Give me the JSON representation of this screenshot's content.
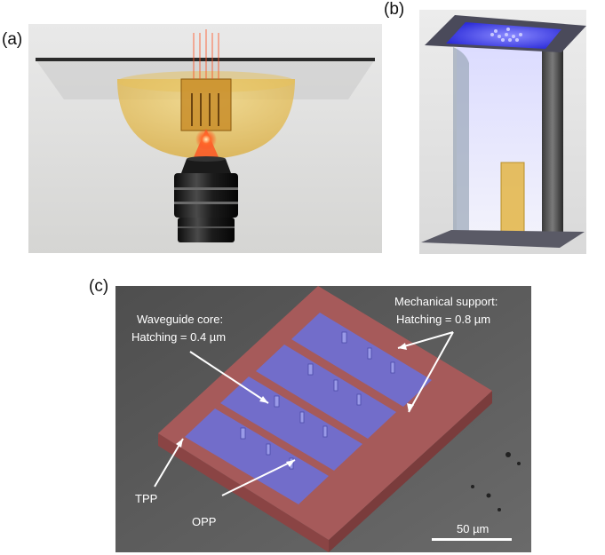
{
  "figure": {
    "panels": [
      {
        "id": "a",
        "label": "(a)"
      },
      {
        "id": "b",
        "label": "(b)"
      },
      {
        "id": "c",
        "label": "(c)"
      }
    ],
    "panel_c": {
      "annotations": {
        "waveguide_title": "Waveguide core:",
        "waveguide_hatching": "Hatching = 0.4 µm",
        "support_title": "Mechanical support:",
        "support_hatching": "Hatching = 0.8 µm",
        "tpp": "TPP",
        "opp": "OPP"
      },
      "scale_bar": "50 µm"
    }
  },
  "colors": {
    "resin": "#e0b43c",
    "laser": "#ff5020",
    "uv_light": "#3a3aff",
    "tpp_region": "#a65a5a",
    "opp_region": "#6d6fd6",
    "sem_background": "#5a5a5a"
  }
}
